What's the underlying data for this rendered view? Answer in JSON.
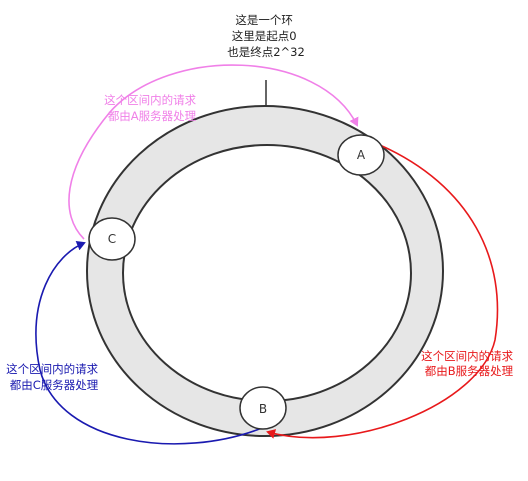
{
  "ring_note": {
    "lines": [
      "这是一个环",
      "这里是起点0",
      "也是终点2^32"
    ]
  },
  "nodes": [
    {
      "id": "a",
      "label": "A"
    },
    {
      "id": "b",
      "label": "B"
    },
    {
      "id": "c",
      "label": "C"
    }
  ],
  "annotations": {
    "a": {
      "lines": [
        "这个区间内的请求",
        "都由A服务器处理"
      ],
      "color": "#f080e8"
    },
    "b": {
      "lines": [
        "这个区间内的请求",
        "都由B服务器处理"
      ],
      "color": "#e8191b"
    },
    "c": {
      "lines": [
        "这个区间内的请求",
        "都由C服务器处理"
      ],
      "color": "#1a1ab0"
    }
  },
  "colors": {
    "ring_fill": "#e6e6e6",
    "ring_stroke": "#333333",
    "node_fill": "#ffffff",
    "text": "#222222"
  }
}
